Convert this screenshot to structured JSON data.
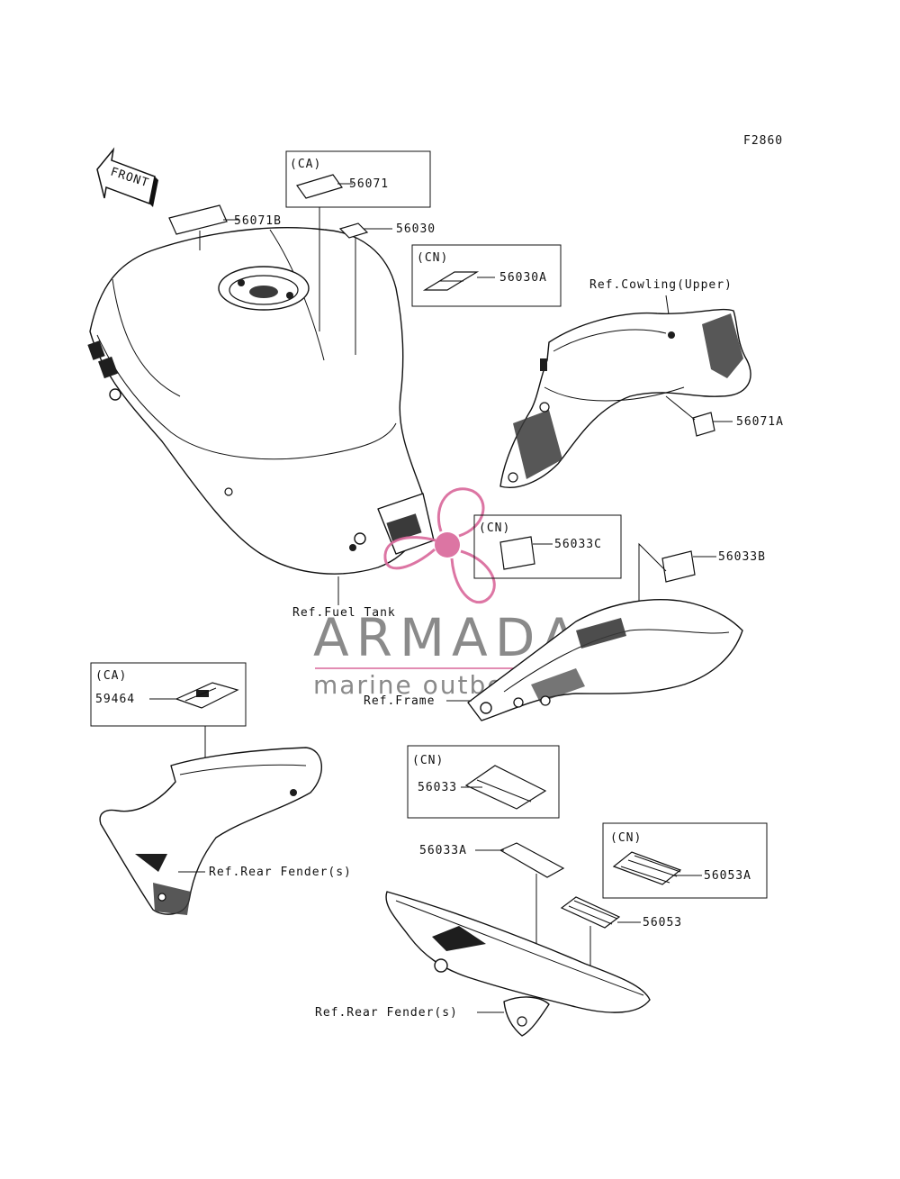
{
  "diagram_id": "F2860",
  "front_arrow": "FRONT",
  "boxes": {
    "ca_top": "(CA)",
    "cn_56030a": "(CN)",
    "cn_56033c": "(CN)",
    "ca_59464": "(CA)",
    "cn_56033": "(CN)",
    "cn_56053a": "(CN)"
  },
  "parts": {
    "p56071": "56071",
    "p56071b": "56071B",
    "p56030": "56030",
    "p56030a": "56030A",
    "p56071a": "56071A",
    "p56033c": "56033C",
    "p56033b": "56033B",
    "p59464": "59464",
    "p56033": "56033",
    "p56033a": "56033A",
    "p56053a": "56053A",
    "p56053": "56053"
  },
  "refs": {
    "cowling": "Ref.Cowling(Upper)",
    "fuel_tank": "Ref.Fuel Tank",
    "frame": "Ref.Frame",
    "rear_fender_1": "Ref.Rear Fender(s)",
    "rear_fender_2": "Ref.Rear Fender(s)"
  },
  "watermark": {
    "brand": "ARMADA",
    "tagline": "marine outboards",
    "brand_color": "#8a8a8a",
    "logo_color": "#d9679a"
  }
}
